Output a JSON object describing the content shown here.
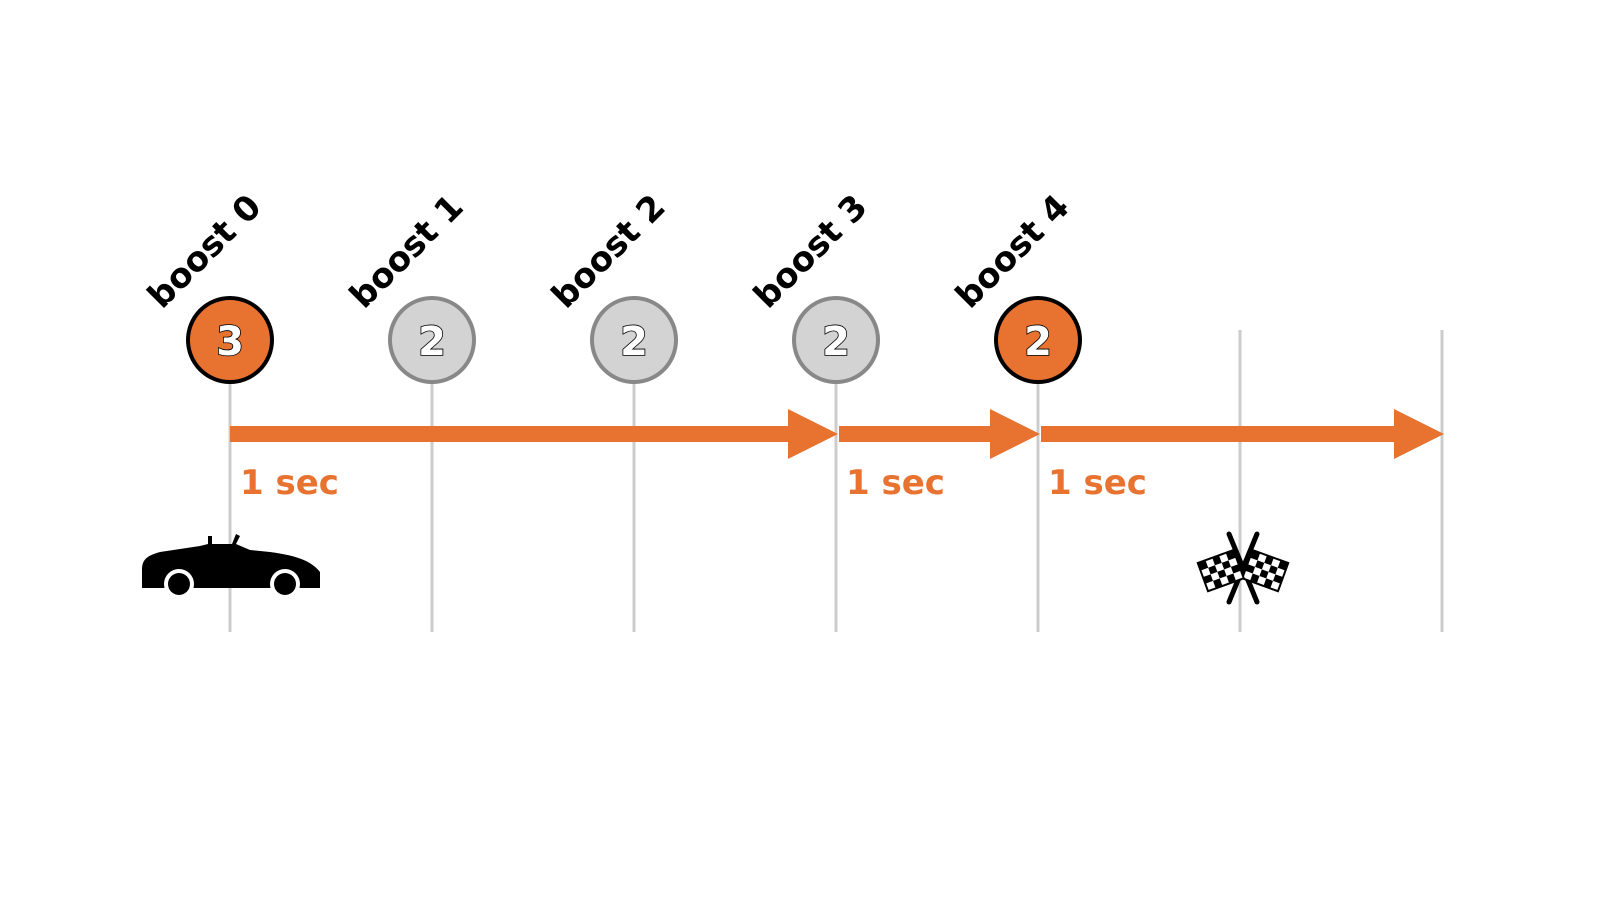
{
  "colors": {
    "accent": "#E8722F",
    "inactive_fill": "#D3D3D3",
    "inactive_stroke": "#888888",
    "grid": "#CCCCCC"
  },
  "boosts": [
    {
      "label": "boost 0",
      "value": "3",
      "active": true
    },
    {
      "label": "boost 1",
      "value": "2",
      "active": false
    },
    {
      "label": "boost 2",
      "value": "2",
      "active": false
    },
    {
      "label": "boost 3",
      "value": "2",
      "active": false
    },
    {
      "label": "boost 4",
      "value": "2",
      "active": true
    }
  ],
  "segments": [
    {
      "from": 0,
      "to": 3,
      "label": "1 sec"
    },
    {
      "from": 3,
      "to": 4,
      "label": "1 sec"
    },
    {
      "from": 4,
      "to": 6,
      "label": "1 sec"
    }
  ],
  "icons": {
    "start": "car-icon",
    "finish": "checkered-flags-icon"
  }
}
